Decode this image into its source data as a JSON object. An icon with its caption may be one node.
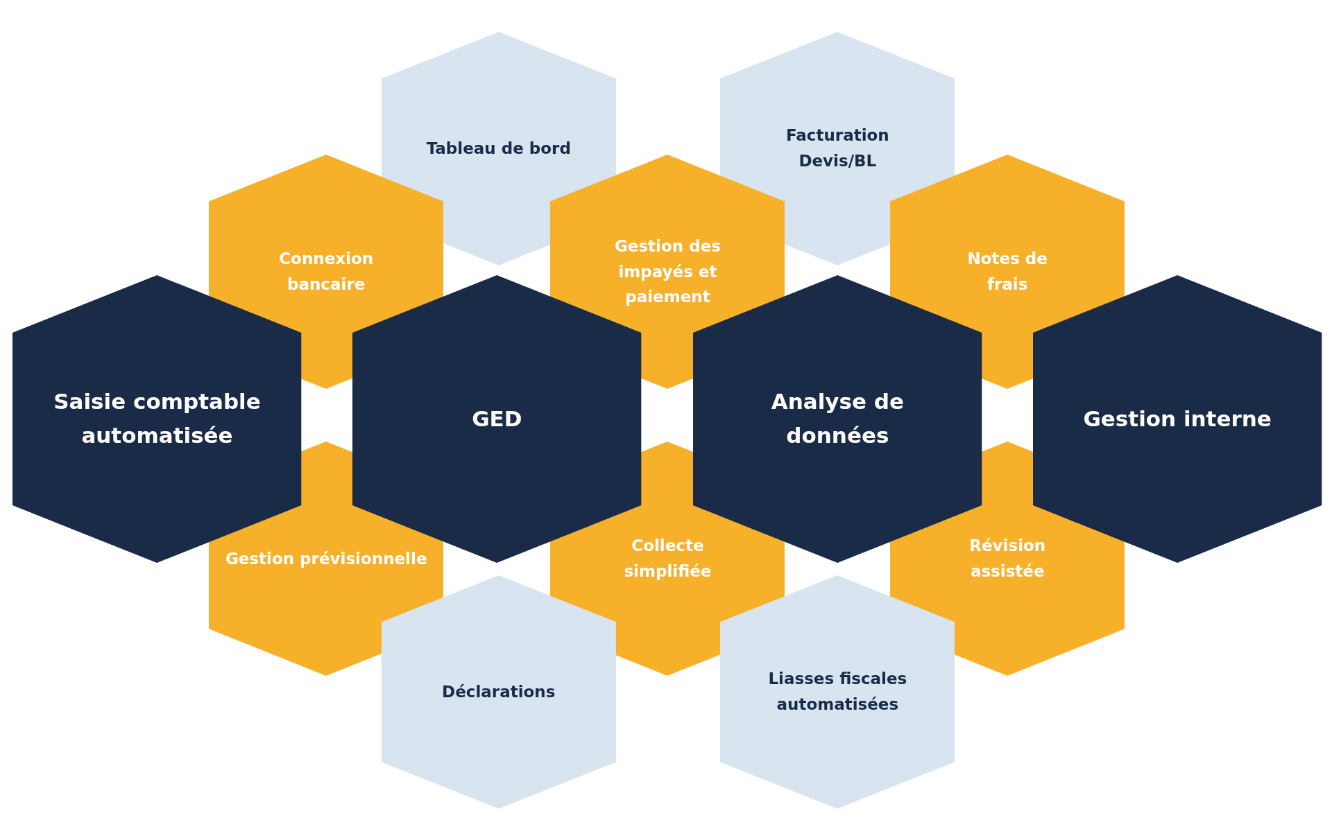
{
  "diagram": {
    "nodes": [
      {
        "text": [
          "Tableau de bord"
        ]
      },
      {
        "text": [
          "Facturation Devis/BL"
        ]
      },
      {
        "text": [
          "Connexion bancaire"
        ]
      },
      {
        "text": [
          "Gestion des impayés et paiement"
        ]
      },
      {
        "text": [
          "Notes de frais"
        ]
      },
      {
        "text": [
          "Saisie comptable automatisée"
        ]
      },
      {
        "text": [
          "GED"
        ]
      },
      {
        "text": [
          "Analyse de données"
        ]
      },
      {
        "text": [
          "Gestion interne"
        ]
      },
      {
        "text": [
          "Gestion prévisionnelle"
        ]
      },
      {
        "text": [
          "Collecte simplifiée"
        ]
      },
      {
        "text": [
          "Révision assistée"
        ]
      },
      {
        "text": [
          "Déclarations"
        ]
      },
      {
        "text": [
          "Liasses fiscales automatisées"
        ]
      }
    ]
  }
}
